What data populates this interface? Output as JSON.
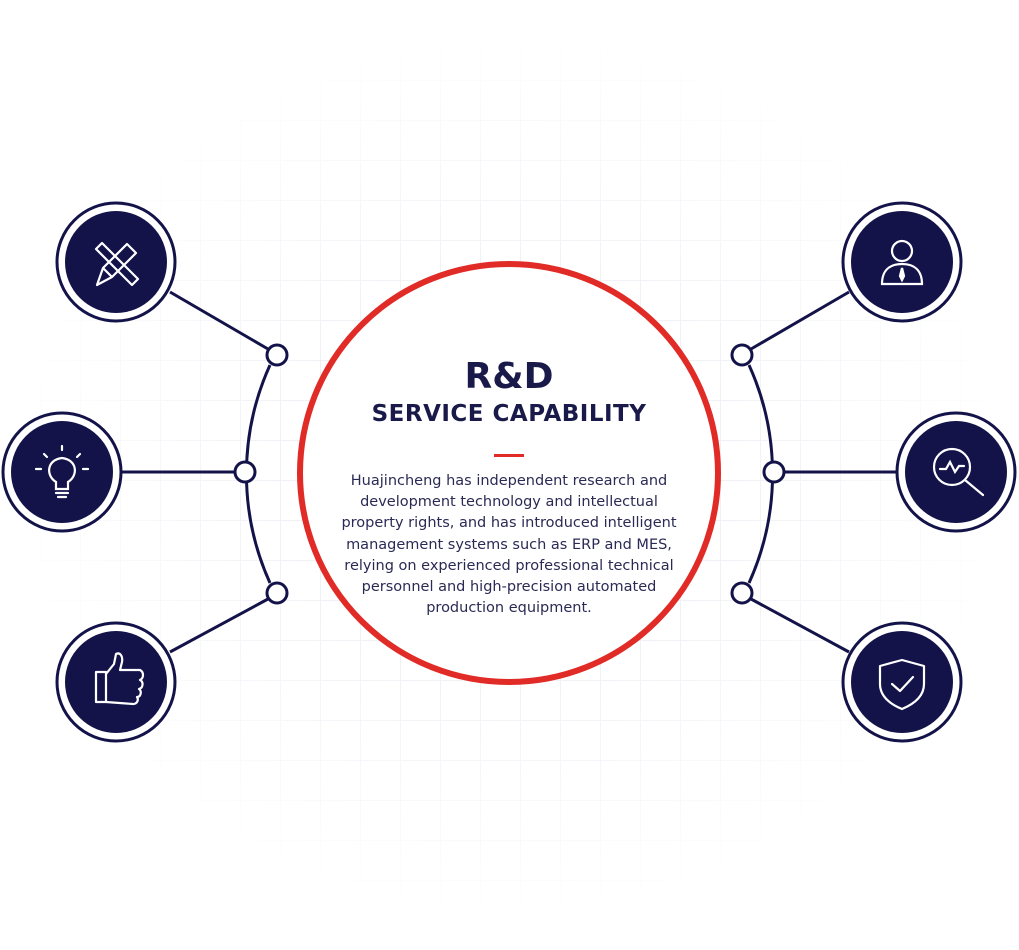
{
  "center": {
    "title": "R&D",
    "subtitle": "SERVICE CAPABILITY",
    "description": "Huajincheng has independent research and development technology and intellectual property rights, and has introduced intelligent management systems such as ERP and MES, relying on experienced professional technical personnel and high-precision automated production equipment."
  },
  "icons": {
    "left": [
      "design-pencil-ruler-icon",
      "lightbulb-icon",
      "thumbs-up-icon"
    ],
    "right": [
      "user-person-icon",
      "search-analysis-icon",
      "shield-check-icon"
    ]
  },
  "colors": {
    "navy": "#13134a",
    "red": "#e02b27"
  }
}
